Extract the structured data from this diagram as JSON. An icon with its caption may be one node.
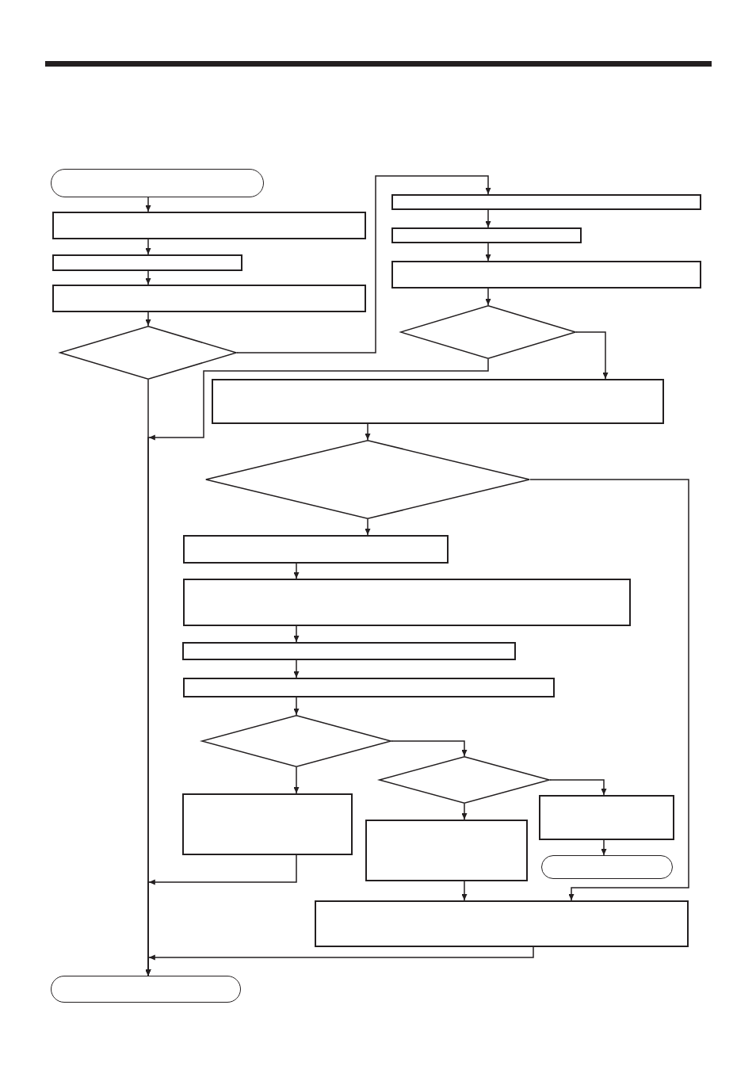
{
  "diagram": {
    "nodes": [
      {
        "text": [],
        "shape": "terminal"
      },
      {
        "text": [],
        "shape": "box"
      },
      {
        "text": [],
        "shape": "box"
      },
      {
        "text": [],
        "shape": "box"
      },
      {
        "text": [],
        "shape": "diamond"
      },
      {
        "text": [],
        "shape": "box"
      },
      {
        "text": [],
        "shape": "box"
      },
      {
        "text": [],
        "shape": "box"
      },
      {
        "text": [],
        "shape": "diamond"
      },
      {
        "text": [],
        "shape": "box"
      },
      {
        "text": [],
        "shape": "diamond"
      },
      {
        "text": [],
        "shape": "box"
      },
      {
        "text": [],
        "shape": "box"
      },
      {
        "text": [],
        "shape": "box"
      },
      {
        "text": [],
        "shape": "box"
      },
      {
        "text": [],
        "shape": "diamond"
      },
      {
        "text": [],
        "shape": "diamond"
      },
      {
        "text": [],
        "shape": "box"
      },
      {
        "text": [],
        "shape": "box"
      },
      {
        "text": [],
        "shape": "box"
      },
      {
        "text": [],
        "shape": "terminal"
      },
      {
        "text": [],
        "shape": "box"
      },
      {
        "text": [],
        "shape": "terminal"
      }
    ],
    "edges": [
      {
        "from": 0,
        "to": 1,
        "arrow": "to"
      },
      {
        "from": 1,
        "to": 2,
        "arrow": "to"
      },
      {
        "from": 2,
        "to": 3,
        "arrow": "to"
      },
      {
        "from": 3,
        "to": 4,
        "arrow": "to"
      },
      {
        "from": 4,
        "to": 5,
        "arrow": "to"
      },
      {
        "from": 4,
        "to": 22,
        "arrow": "to"
      },
      {
        "from": 5,
        "to": 6,
        "arrow": "to"
      },
      {
        "from": 6,
        "to": 7,
        "arrow": "to"
      },
      {
        "from": 7,
        "to": 8,
        "arrow": "to"
      },
      {
        "from": 8,
        "to": 9,
        "arrow": "to"
      },
      {
        "from": 8,
        "to": 22,
        "arrow": "to"
      },
      {
        "from": 9,
        "to": 10,
        "arrow": "to"
      },
      {
        "from": 10,
        "to": 11,
        "arrow": "to"
      },
      {
        "from": 10,
        "to": 21,
        "arrow": "to"
      },
      {
        "from": 11,
        "to": 12,
        "arrow": "to"
      },
      {
        "from": 12,
        "to": 13,
        "arrow": "to"
      },
      {
        "from": 13,
        "to": 14,
        "arrow": "to"
      },
      {
        "from": 14,
        "to": 15,
        "arrow": "to"
      },
      {
        "from": 15,
        "to": 17,
        "arrow": "to"
      },
      {
        "from": 15,
        "to": 16,
        "arrow": "to"
      },
      {
        "from": 16,
        "to": 18,
        "arrow": "to"
      },
      {
        "from": 16,
        "to": 19,
        "arrow": "to"
      },
      {
        "from": 19,
        "to": 20,
        "arrow": "to"
      },
      {
        "from": 17,
        "to": 22,
        "arrow": "to"
      },
      {
        "from": 18,
        "to": 21,
        "arrow": "to"
      },
      {
        "from": 21,
        "to": 22,
        "arrow": "to"
      }
    ]
  }
}
